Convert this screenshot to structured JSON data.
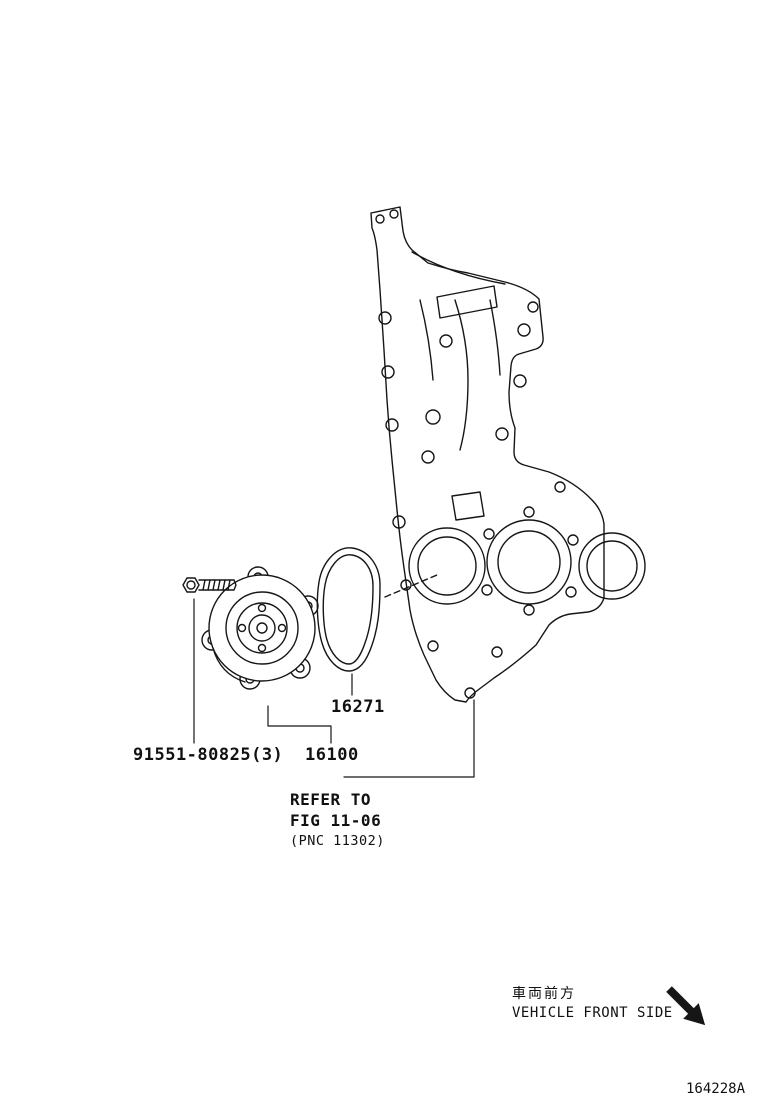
{
  "page": {
    "background": "#ffffff",
    "line_color": "#161616"
  },
  "labels": {
    "bolt_part": "91551-80825(3)",
    "pump_part": "16100",
    "gasket_part": "16271"
  },
  "reference_note": {
    "line1": "REFER TO",
    "line2": "FIG 11-06",
    "line3": "(PNC 11302)"
  },
  "orientation": {
    "label_jp": "車両前方",
    "label_en": "VEHICLE FRONT SIDE",
    "arrow_direction": "southeast"
  },
  "figure_code": "164228A"
}
